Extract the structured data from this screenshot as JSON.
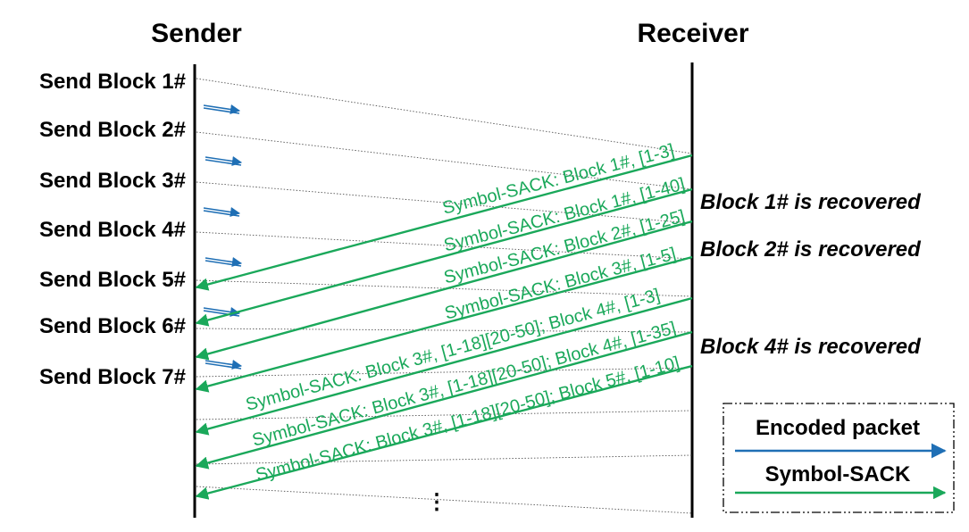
{
  "headers": {
    "sender": "Sender",
    "receiver": "Receiver"
  },
  "send_blocks": [
    "Send Block 1#",
    "Send Block 2#",
    "Send Block 3#",
    "Send Block 4#",
    "Send Block 5#",
    "Send Block 6#",
    "Send Block 7#"
  ],
  "acks": [
    "Symbol-SACK: Block 1#, [1-3]",
    "Symbol-SACK: Block 1#, [1-40]",
    "Symbol-SACK: Block 2#, [1-25]",
    "Symbol-SACK: Block 3#, [1-5]",
    "Symbol-SACK:  Block 3#, [1-18][20-50]; Block 4#, [1-3]",
    "Symbol-SACK: Block 3#, [1-18][20-50]; Block 4#, [1-35]",
    "Symbol-SACK: Block 3#, [1-18][20-50]; Block 5#, [1-10]"
  ],
  "recovered": [
    "Block 1# is recovered",
    "Block 2# is recovered",
    "Block 4# is recovered"
  ],
  "ellipsis": "⋮",
  "legend": {
    "encoded_packet": "Encoded packet",
    "symbol_sack": "Symbol-SACK"
  },
  "colors": {
    "encoded_packet": "#1f6fb5",
    "symbol_sack": "#1aa85a",
    "axis": "#000000"
  }
}
